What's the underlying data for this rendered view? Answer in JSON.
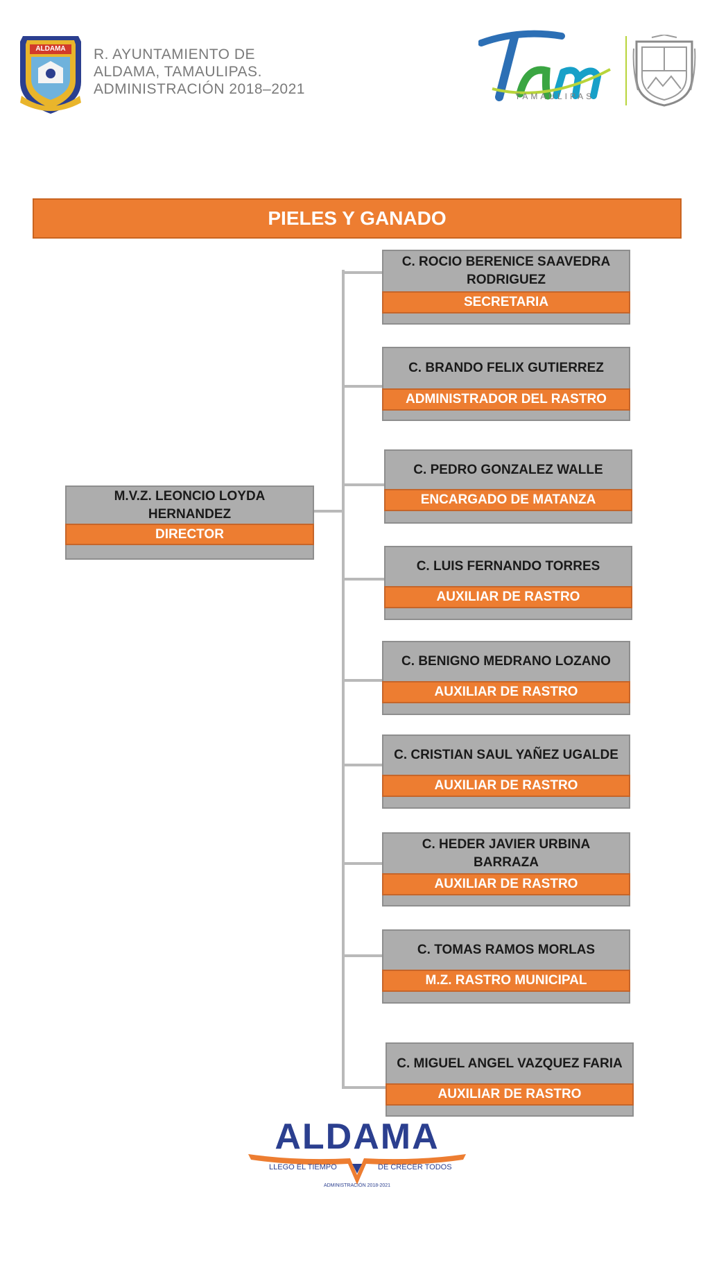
{
  "header": {
    "line1": "R. AYUNTAMIENTO DE",
    "line2": "ALDAMA, TAMAULIPAS.",
    "line3": "ADMINISTRACIÓN  2018–2021",
    "left_logo_text": "ALDAMA",
    "right_logo_word": "Tam",
    "right_logo_sub": "TAMAULIPAS"
  },
  "title": "PIELES Y GANADO",
  "director": {
    "name": "M.V.Z. LEONCIO LOYDA HERNANDEZ",
    "role": "DIRECTOR"
  },
  "staff": [
    {
      "name": "C. ROCIO BERENICE SAAVEDRA RODRIGUEZ",
      "role": "SECRETARIA"
    },
    {
      "name": "C. BRANDO FELIX GUTIERREZ",
      "role": "ADMINISTRADOR DEL RASTRO"
    },
    {
      "name": "C. PEDRO GONZALEZ WALLE",
      "role": "ENCARGADO DE MATANZA"
    },
    {
      "name": "C. LUIS FERNANDO TORRES",
      "role": "AUXILIAR DE RASTRO"
    },
    {
      "name": "C. BENIGNO MEDRANO LOZANO",
      "role": "AUXILIAR DE RASTRO"
    },
    {
      "name": "C. CRISTIAN SAUL YAÑEZ UGALDE",
      "role": "AUXILIAR DE RASTRO"
    },
    {
      "name": "C. HEDER JAVIER URBINA BARRAZA",
      "role": "AUXILIAR DE RASTRO"
    },
    {
      "name": "C. TOMAS RAMOS MORLAS",
      "role": "M.Z. RASTRO MUNICIPAL"
    },
    {
      "name": "C. MIGUEL ANGEL VAZQUEZ FARIA",
      "role": "AUXILIAR DE RASTRO"
    }
  ],
  "footer": {
    "logo_word": "ALDAMA",
    "slogan_left": "LLEGO EL TIEMPO",
    "slogan_right": "DE CRECER TODOS",
    "admin": "ADMINISTRACIÓN 2018-2021"
  },
  "colors": {
    "accent": "#ed7d31",
    "box_gray": "#adadad",
    "line_gray": "#b9b9b9",
    "header_gray": "#7a7a7a"
  }
}
